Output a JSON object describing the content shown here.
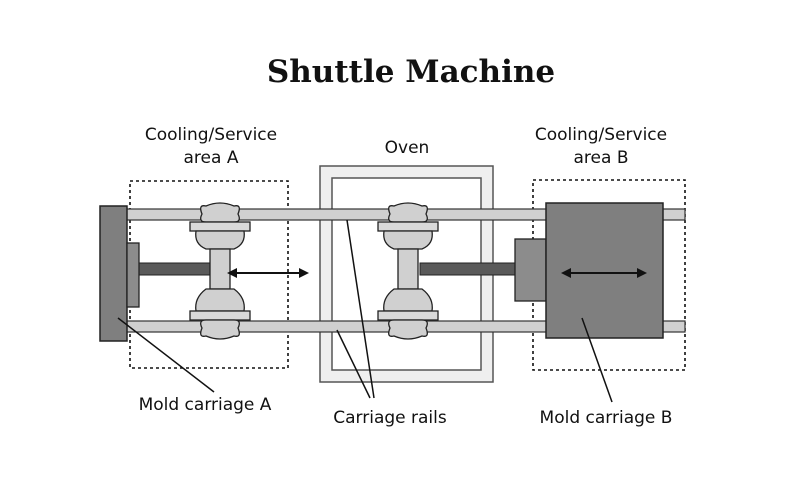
{
  "title": "Shuttle Machine",
  "labels": {
    "area_a_line1": "Cooling/Service",
    "area_a_line2": "area A",
    "oven": "Oven",
    "area_b_line1": "Cooling/Service",
    "area_b_line2": "area B",
    "mold_carriage_a": "Mold carriage A",
    "carriage_rails": "Carriage rails",
    "mold_carriage_b": "Mold carriage B"
  },
  "colors": {
    "rail_fill": "#d0d0d0",
    "block_fill": "#7f7f7f",
    "dark_rod": "#5a5a5a",
    "outline": "#222222",
    "oven_fill": "#efefef",
    "background": "#ffffff"
  }
}
